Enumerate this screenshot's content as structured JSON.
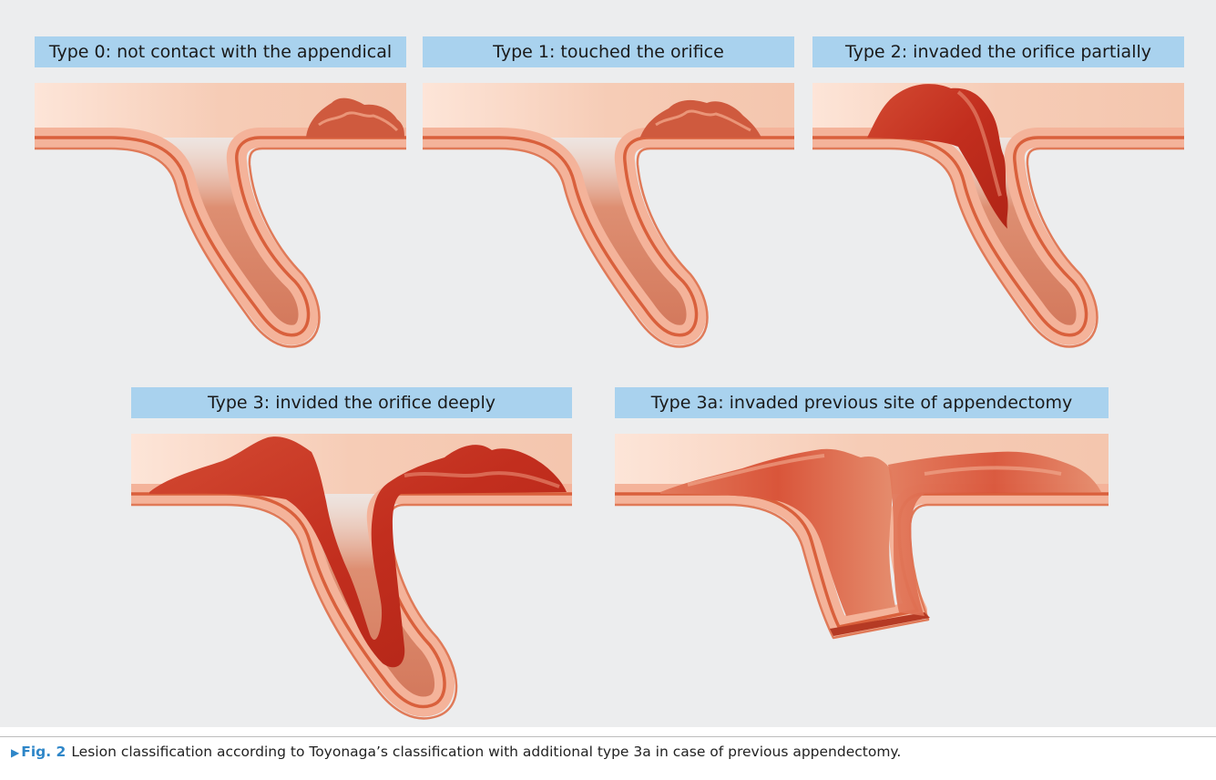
{
  "panels": [
    {
      "id": "type0",
      "label": "Type 0: not contact with the appendical"
    },
    {
      "id": "type1",
      "label": "Type 1: touched the orifice"
    },
    {
      "id": "type2",
      "label": "Type 2: invaded the orifice partially"
    },
    {
      "id": "type3",
      "label": "Type 3: invided the orifice deeply"
    },
    {
      "id": "type3a",
      "label": "Type 3a: invaded previous site of appendectomy"
    }
  ],
  "caption": {
    "marker": "▶",
    "figure_label": "Fig. 2",
    "text": "Lesion classification according to Toyonaga’s classification with additional type 3a in case of previous appendectomy."
  },
  "colors": {
    "background": "#ecedee",
    "label_bar": "#a9d2ee",
    "mucosa": "#f6c9b1",
    "wall_outer": "#f4b39a",
    "wall_line": "#d9603c",
    "lesion": "#c0301f",
    "accent": "#2e86c8"
  }
}
